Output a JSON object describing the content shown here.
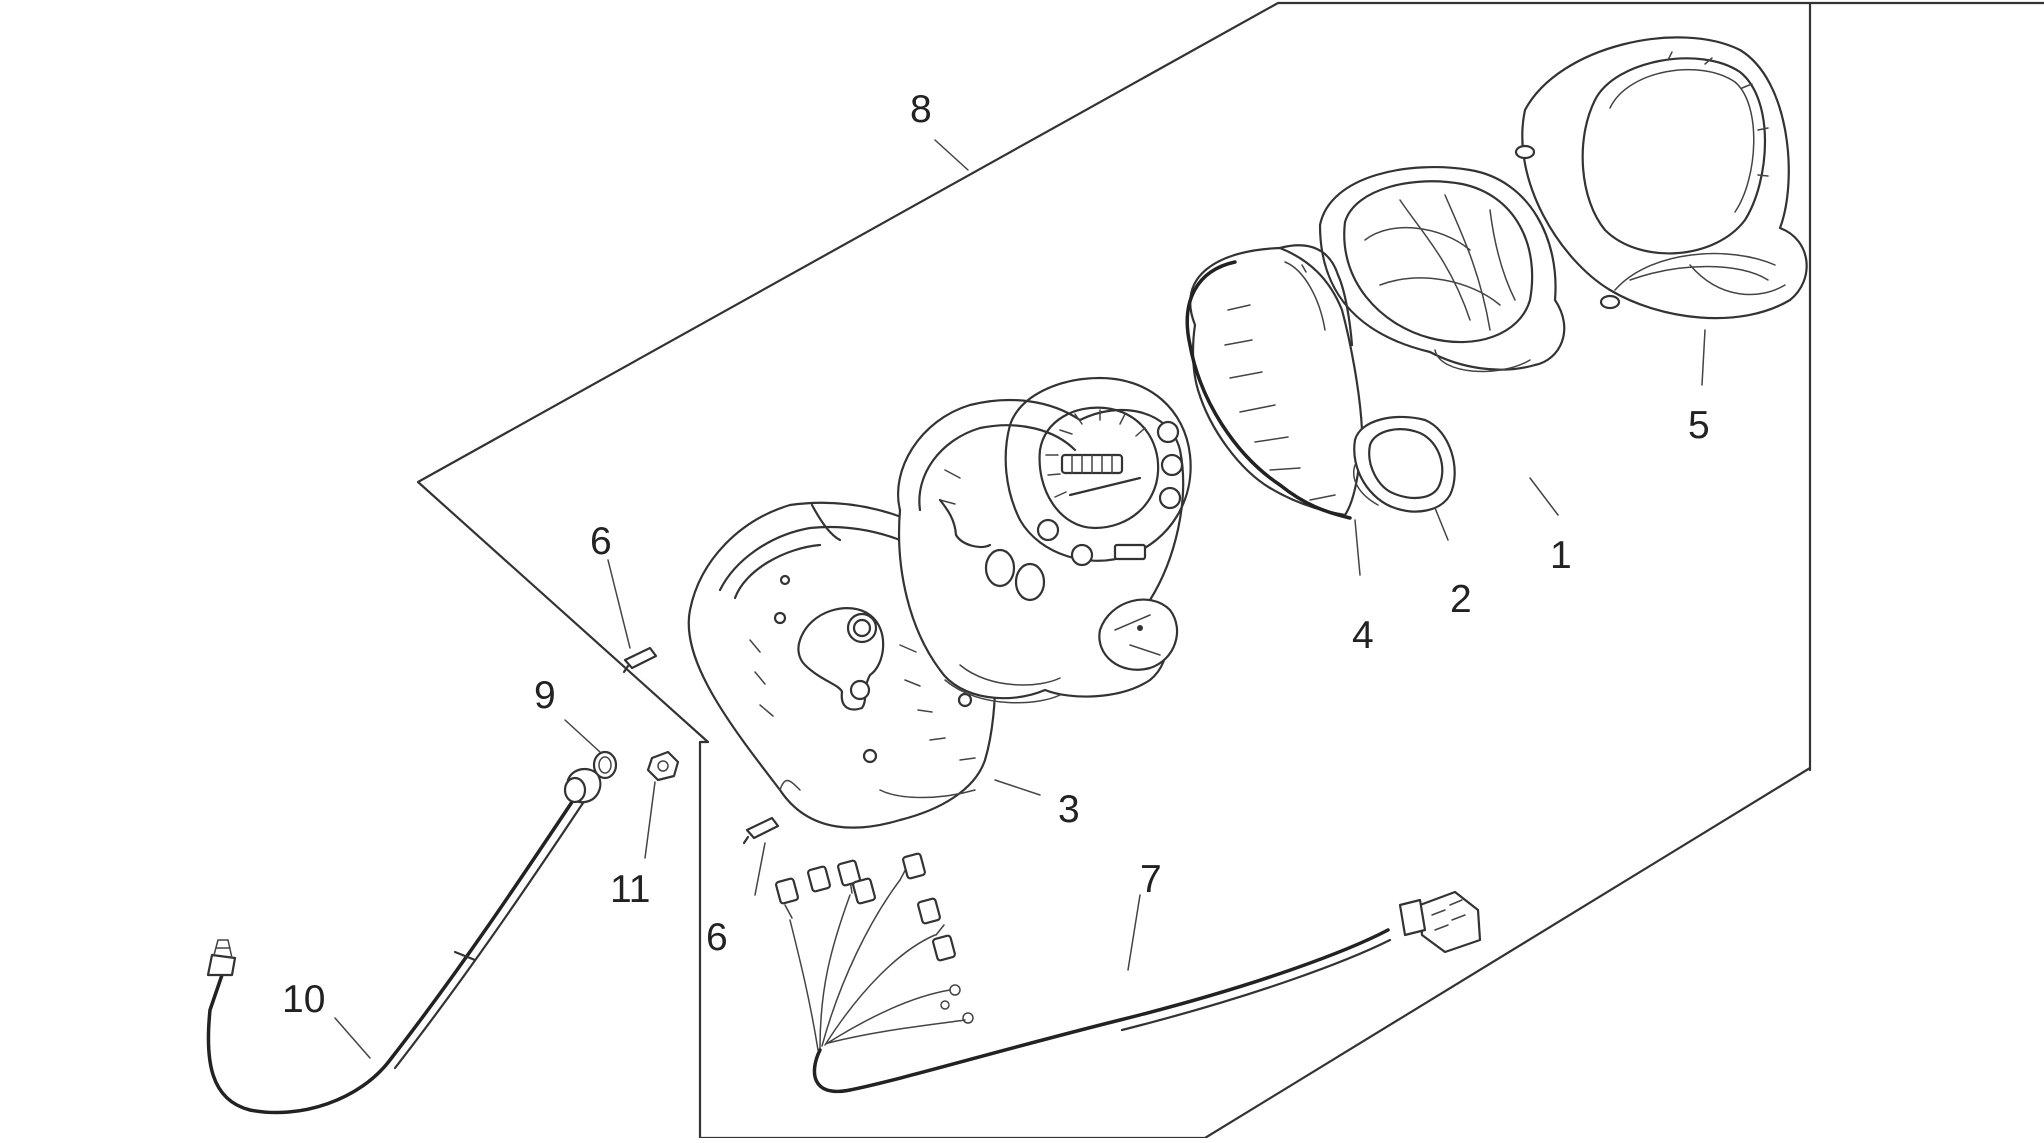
{
  "diagram": {
    "callouts": [
      {
        "id": "1",
        "label": "1"
      },
      {
        "id": "2",
        "label": "2"
      },
      {
        "id": "3",
        "label": "3"
      },
      {
        "id": "4",
        "label": "4"
      },
      {
        "id": "5",
        "label": "5"
      },
      {
        "id": "6a",
        "label": "6"
      },
      {
        "id": "6b",
        "label": "6"
      },
      {
        "id": "7",
        "label": "7"
      },
      {
        "id": "8",
        "label": "8"
      },
      {
        "id": "9",
        "label": "9"
      },
      {
        "id": "10",
        "label": "10"
      },
      {
        "id": "11",
        "label": "11"
      }
    ],
    "line_color": "#333333",
    "background_color": "#ffffff"
  }
}
